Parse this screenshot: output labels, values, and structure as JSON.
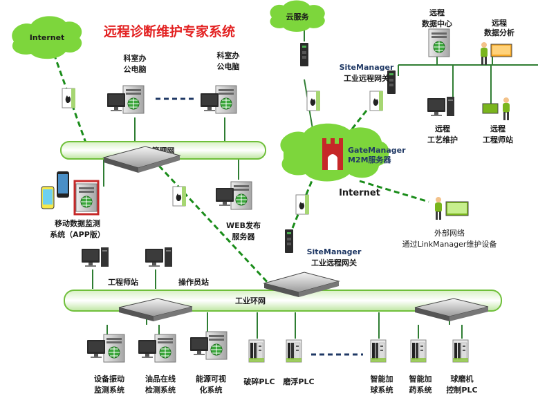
{
  "title": "远程诊断维护专家系统",
  "clouds": {
    "internet_left": "Internet",
    "cloud_service": "云服务",
    "internet_center": "Internet"
  },
  "networks": {
    "mgmt": "管理网",
    "ring": "工业环网"
  },
  "nodes": {
    "office_pc_1": [
      "科室办",
      "公电脑"
    ],
    "office_pc_2": [
      "科室办",
      "公电脑"
    ],
    "mobile_app": [
      "移动数据监测",
      "系统（APP版）"
    ],
    "web_server": [
      "WEB发布",
      "服务器"
    ],
    "eng_station": "工程师站",
    "op_station": "操作员站",
    "gatemanager": [
      "GateManager",
      "M2M服务器"
    ],
    "sitemanager_top": [
      "SiteManager",
      "工业远程网关"
    ],
    "sitemanager_mid": [
      "SiteManager",
      "工业远程网关"
    ],
    "remote_dc": [
      "远程",
      "数据中心"
    ],
    "remote_analysis": [
      "远程",
      "数据分析"
    ],
    "remote_process": [
      "远程",
      "工艺维护"
    ],
    "remote_engineer": [
      "远程",
      "工程师站"
    ],
    "external": [
      "外部网络",
      "通过LinkManager维护设备"
    ],
    "vibration": [
      "设备振动",
      "监测系统"
    ],
    "oil": [
      "油品在线",
      "检测系统"
    ],
    "energy": [
      "能源可视",
      "化系统"
    ],
    "crush_plc": "破碎PLC",
    "float_plc": "磨浮PLC",
    "smart_ball": [
      "智能加",
      "球系统"
    ],
    "smart_reagent": [
      "智能加",
      "药系统"
    ],
    "mill_plc": [
      "球磨机",
      "控制PLC"
    ]
  },
  "colors": {
    "green_link": "#1a8c1a",
    "cloud": "#7dd63c",
    "title": "#e32222",
    "pipe_fill": "#ffffff",
    "pipe_stroke": "#6fbf3a"
  }
}
